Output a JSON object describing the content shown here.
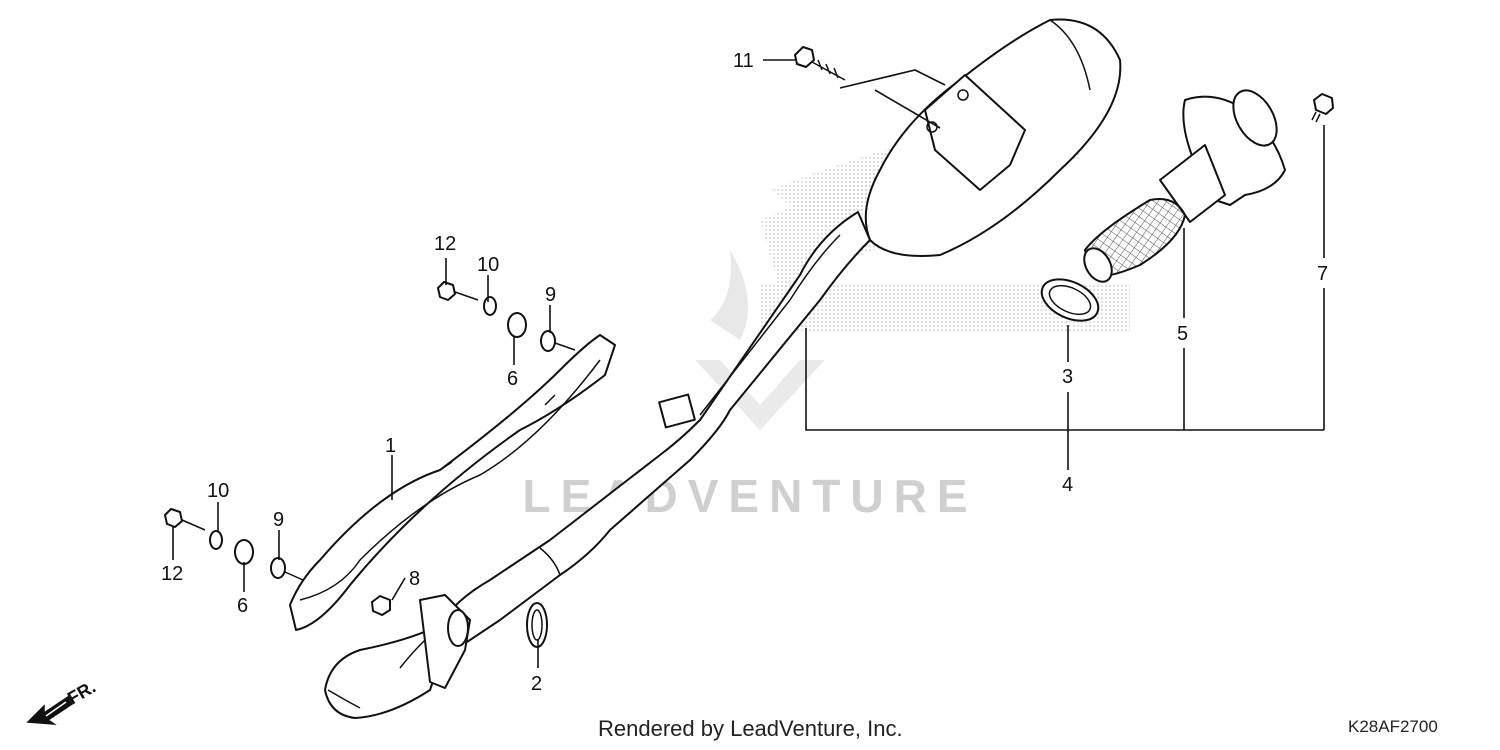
{
  "diagram": {
    "callouts": [
      "1",
      "2",
      "3",
      "4",
      "5",
      "6",
      "6",
      "7",
      "8",
      "9",
      "9",
      "10",
      "10",
      "11",
      "12",
      "12"
    ],
    "watermark": "LEADVENTURE",
    "rendered_by": "Rendered by LeadVenture, Inc.",
    "drawing_code": "K28AF2700",
    "direction_label": "FR."
  },
  "colors": {
    "line": "#111111",
    "watermark": "#cfcfcf",
    "background": "#ffffff"
  }
}
